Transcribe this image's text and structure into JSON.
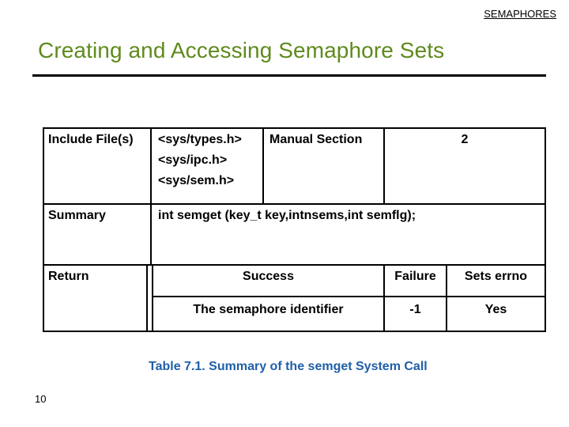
{
  "header": {
    "section_tag": "SEMAPHORES"
  },
  "slide": {
    "title": "Creating and Accessing Semaphore Sets"
  },
  "table": {
    "rows": {
      "include": {
        "label": "Include File(s)",
        "files": [
          "<sys/types.h>",
          "<sys/ipc.h>",
          "<sys/sem.h>"
        ],
        "manual_label": "Manual Section",
        "manual_value": "2"
      },
      "summary": {
        "label": "Summary",
        "value": "int semget (key_t key,intnsems,int semflg);"
      },
      "return": {
        "label": "Return",
        "headers": [
          "Success",
          "Failure",
          "Sets errno"
        ],
        "values": [
          "The semaphore identifier",
          "-1",
          "Yes"
        ]
      }
    }
  },
  "caption": "Table 7.1. Summary of the semget System Call",
  "footer": {
    "page_number": "10"
  },
  "colors": {
    "title": "#5f8a1c",
    "caption": "#1f5fa8",
    "text": "#000000"
  }
}
